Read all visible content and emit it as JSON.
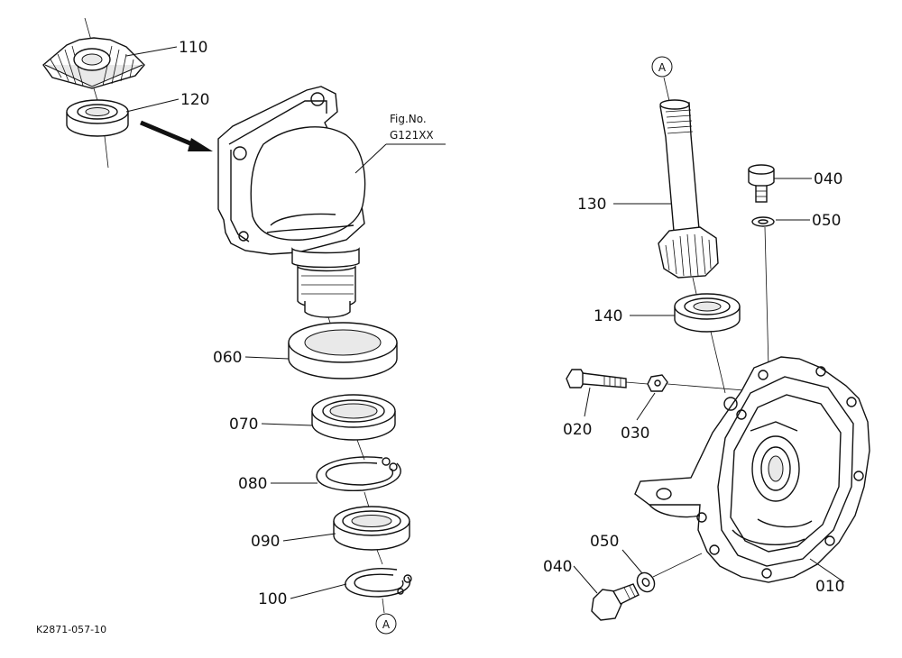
{
  "diagram": {
    "code": "K2871-057-10",
    "ref": {
      "line1": "Fig.No.",
      "line2": "G121XX"
    },
    "circle_marker": "A",
    "parts": {
      "p110": "110",
      "p120": "120",
      "p060": "060",
      "p070": "070",
      "p080": "080",
      "p090": "090",
      "p100": "100",
      "p130": "130",
      "p140": "140",
      "p040a": "040",
      "p050a": "050",
      "p020": "020",
      "p030": "030",
      "p050b": "050",
      "p040b": "040",
      "p010": "010"
    }
  }
}
